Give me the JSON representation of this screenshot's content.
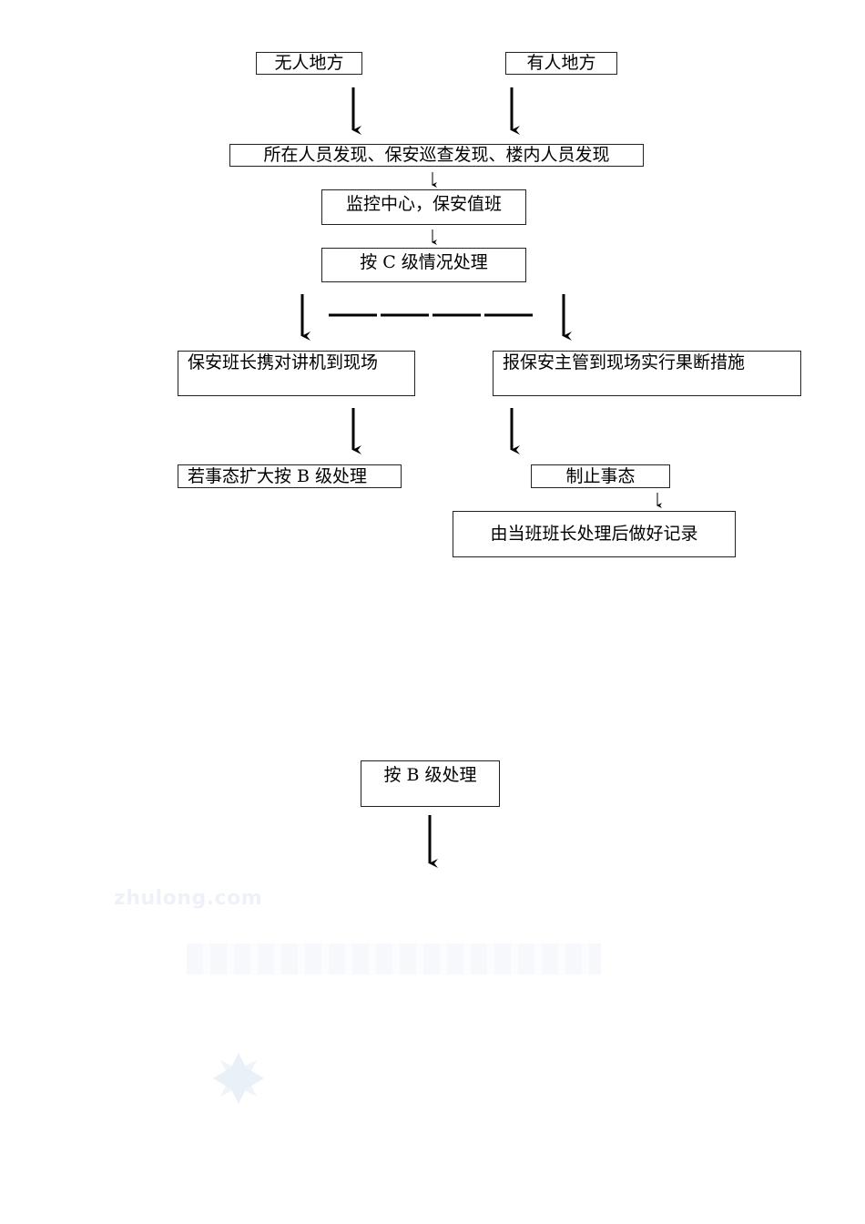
{
  "nodes": {
    "no_people_area": "无人地方",
    "people_area": "有人地方",
    "discovery": "所在人员发现、保安巡查发现、楼内人员发现",
    "monitoring_center": "监控中心，保安值班",
    "handle_c": "按 C 级情况处理",
    "squad_leader_radio": "保安班长携对讲机到现场",
    "report_supervisor": "报保安主管到现场实行果断措施",
    "escalate_b": "若事态扩大按 B 级处理",
    "stop_incident": "制止事态",
    "record": "由当班班长处理后做好记录",
    "handle_b": "按 B 级处理"
  },
  "watermark": {
    "text": "zhulong.com",
    "color": "#eef2f8"
  }
}
